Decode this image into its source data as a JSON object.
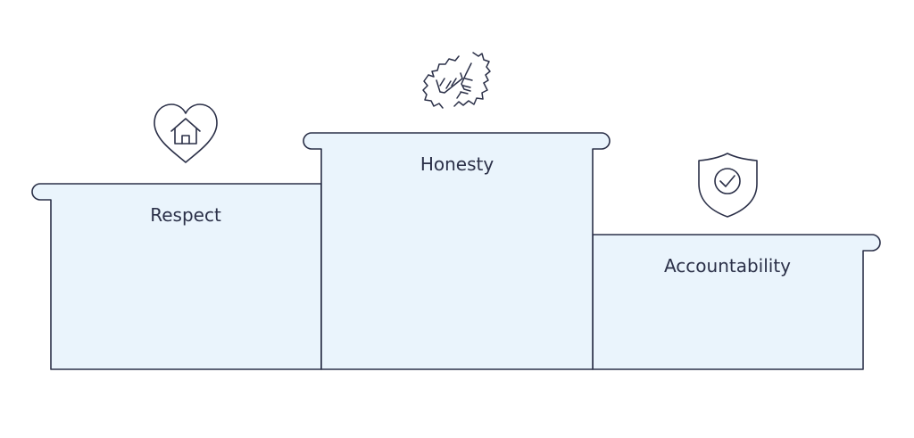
{
  "diagram": {
    "colors": {
      "stroke": "#2b3048",
      "fill": "#eaf4fc",
      "text": "#2b3048",
      "background": "#ffffff"
    },
    "blocks": [
      {
        "label": "Respect",
        "icon": "heart-house-icon",
        "rank": 2
      },
      {
        "label": "Honesty",
        "icon": "fist-bump-icon",
        "rank": 1
      },
      {
        "label": "Accountability",
        "icon": "shield-check-icon",
        "rank": 3
      }
    ]
  }
}
